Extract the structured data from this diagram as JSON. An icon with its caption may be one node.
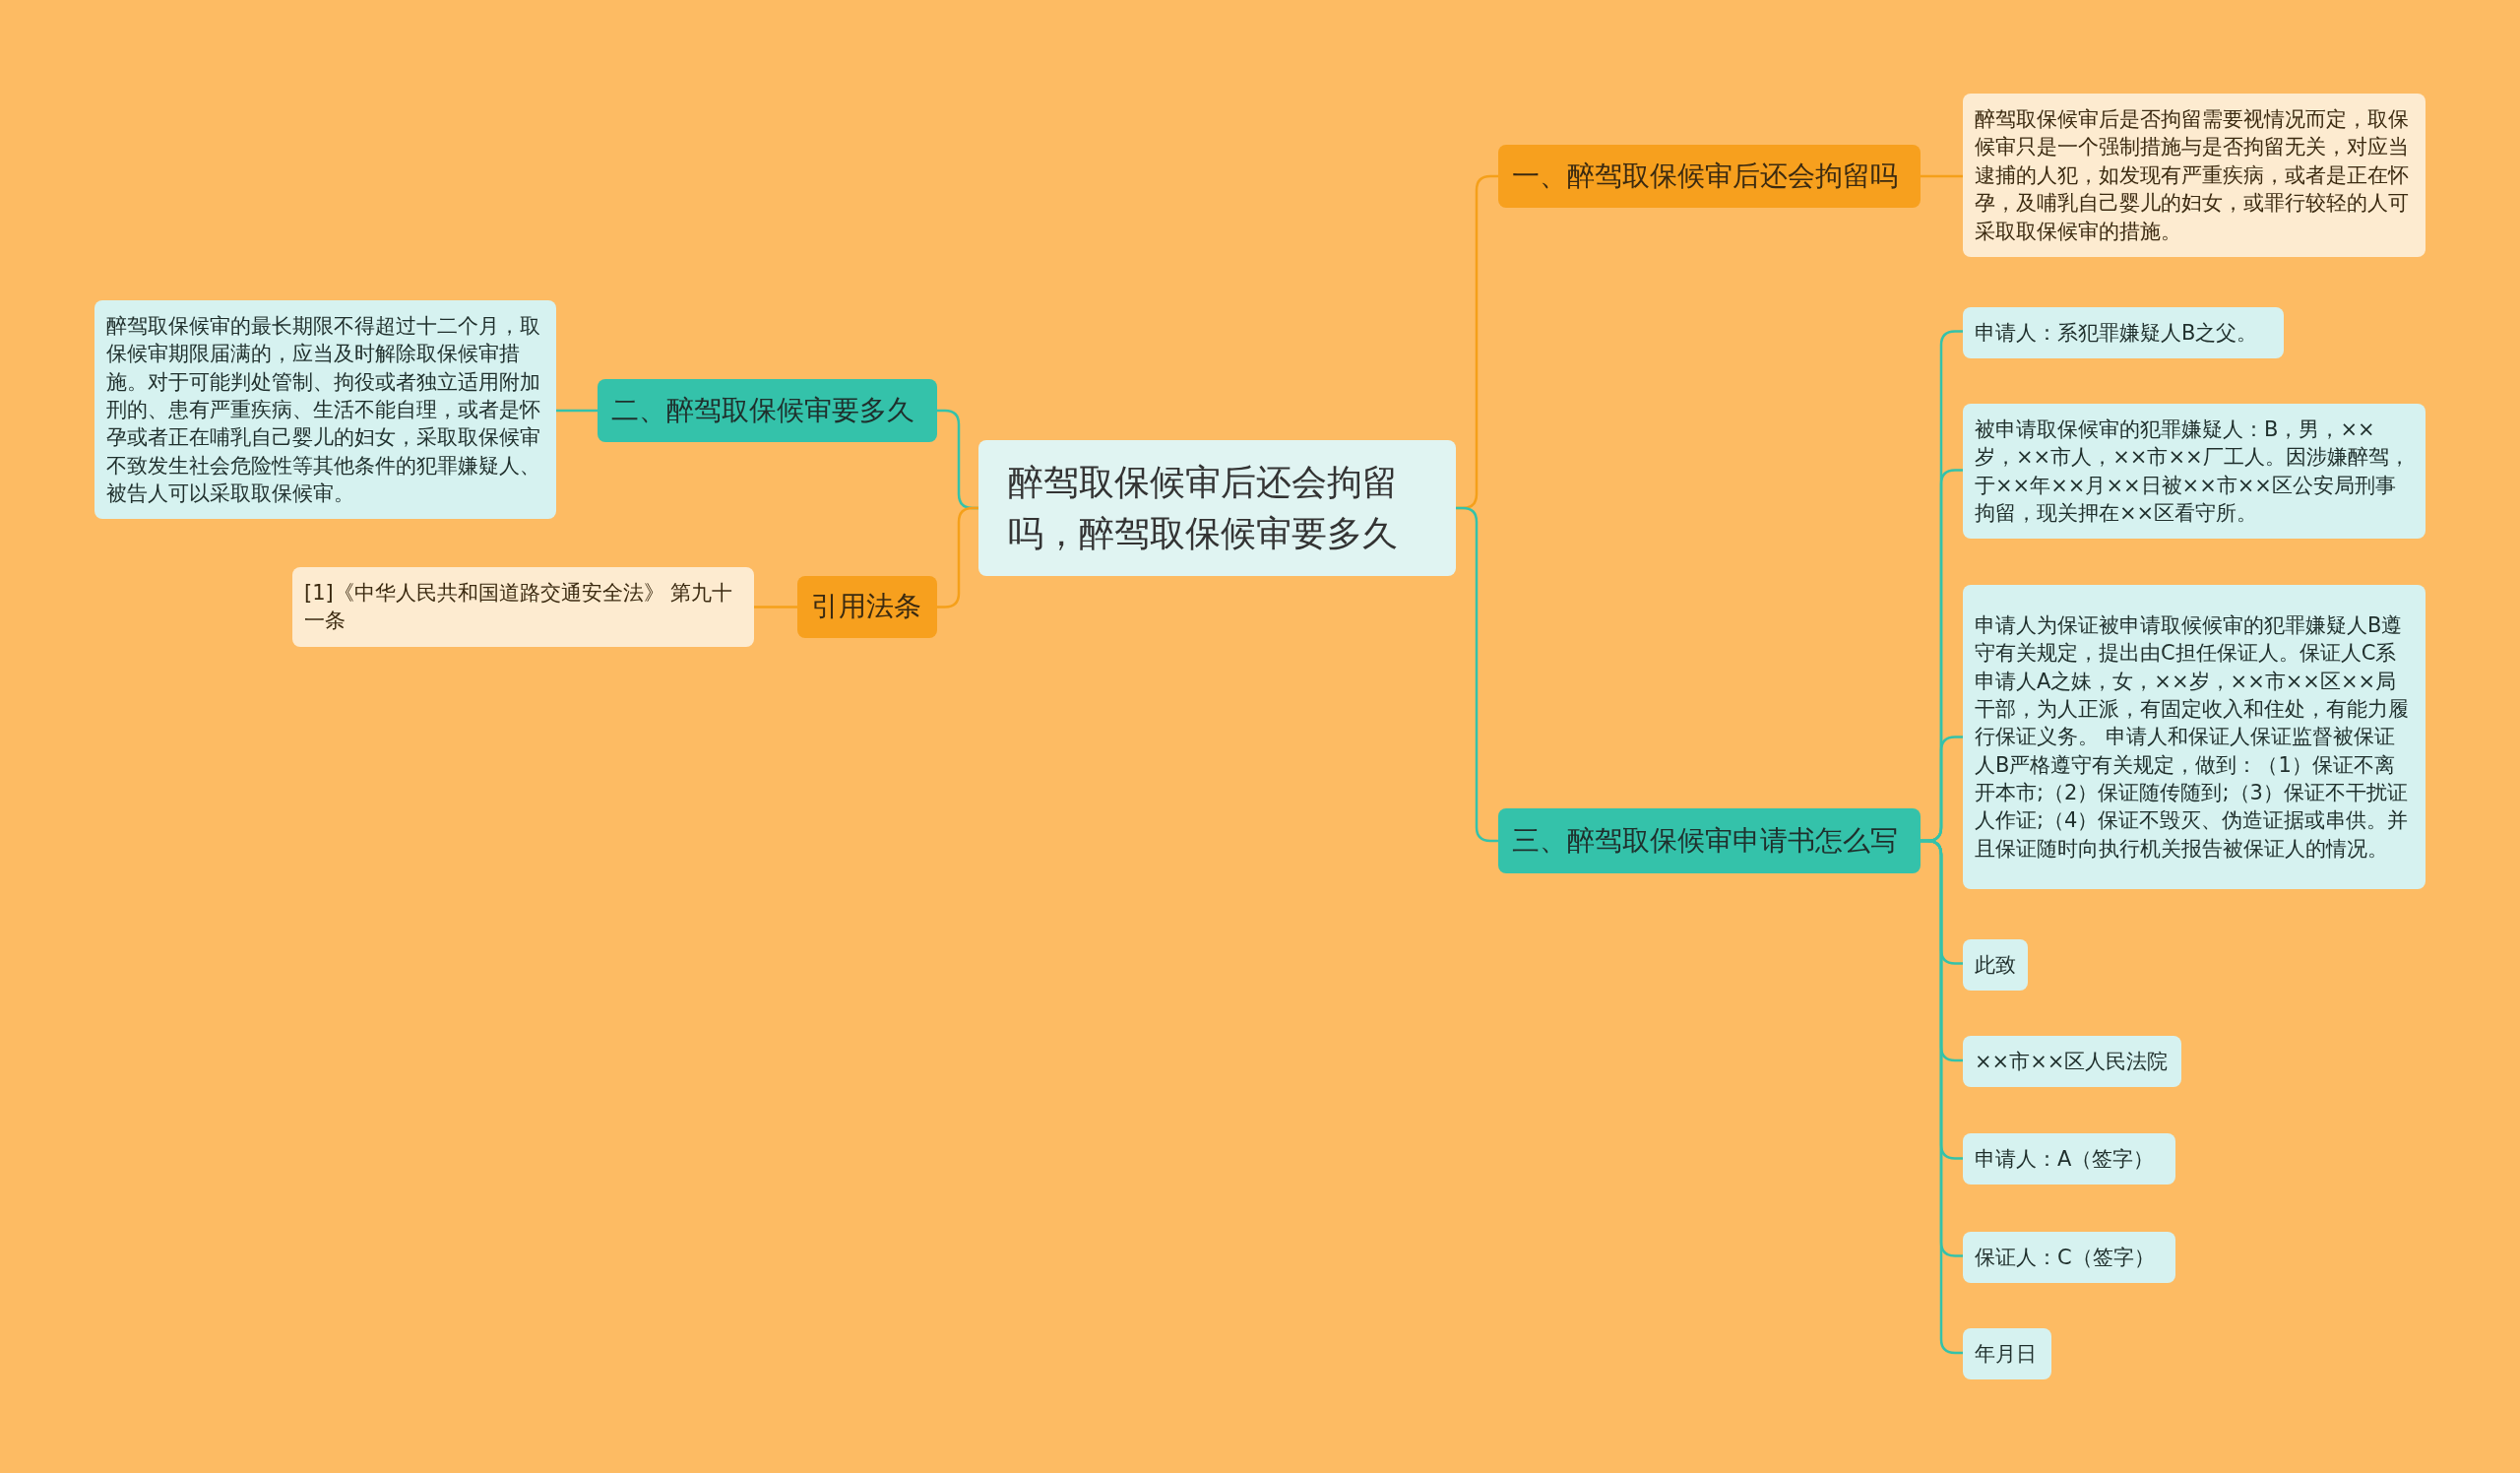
{
  "diagram": {
    "nodes": [
      {
        "text": [
          "醉驾取保候审后还会拘留吗，醉驾取保候审要多久"
        ]
      },
      {
        "text": [
          "一、醉驾取保候审后还会拘留吗"
        ]
      },
      {
        "text": [
          "醉驾取保候审后是否拘留需要视情况而定，取保候审只是一个强制措施与是否拘留无关，对应当逮捕的人犯，如发现有严重疾病，或者是正在怀孕，及哺乳自己婴儿的妇女，或罪行较轻的人可采取取保候审的措施。"
        ]
      },
      {
        "text": [
          "三、醉驾取保候审申请书怎么写"
        ]
      },
      {
        "text": [
          "申请人：系犯罪嫌疑人B之父。"
        ]
      },
      {
        "text": [
          "被申请取保候审的犯罪嫌疑人：B，男，××岁，××市人，××市××厂工人。因涉嫌醉驾，于××年××月××日被××市××区公安局刑事拘留，现关押在××区看守所。"
        ]
      },
      {
        "text": [
          "申请人为保证被申请取候候审的犯罪嫌疑人B遵守有关规定，提出由C担任保证人。保证人C系申请人A之妹，女，××岁，××市××区××局干部，为人正派，有固定收入和住处，有能力履行保证义务。 申请人和保证人保证监督被保证人B严格遵守有关规定，做到：（1）保证不离开本市;（2）保证随传随到;（3）保证不干扰证人作证;（4）保证不毁灭、伪造证据或串供。并且保证随时向执行机关报告被保证人的情况。"
        ]
      },
      {
        "text": [
          "此致"
        ]
      },
      {
        "text": [
          "××市××区人民法院"
        ]
      },
      {
        "text": [
          "申请人：A（签字）"
        ]
      },
      {
        "text": [
          "保证人：C（签字）"
        ]
      },
      {
        "text": [
          "年月日"
        ]
      },
      {
        "text": [
          "二、醉驾取保候审要多久"
        ]
      },
      {
        "text": [
          "醉驾取保候审的最长期限不得超过十二个月，取保候审期限届满的，应当及时解除取保候审措施。对于可能判处管制、拘役或者独立适用附加刑的、患有严重疾病、生活不能自理，或者是怀孕或者正在哺乳自己婴儿的妇女，采取取保候审不致发生社会危险性等其他条件的犯罪嫌疑人、被告人可以采取取保候审。"
        ]
      },
      {
        "text": [
          "引用法条"
        ]
      },
      {
        "text": [
          "[1]《中华人民共和国道路交通安全法》 第九十一条"
        ]
      }
    ],
    "edges": [
      {
        "from": 0,
        "to": 1,
        "arrow": "none",
        "color": "#f5a01a"
      },
      {
        "from": 1,
        "to": 2,
        "arrow": "none",
        "color": "#f5a01a"
      },
      {
        "from": 0,
        "to": 3,
        "arrow": "none"
      },
      {
        "from": 3,
        "to": 4,
        "arrow": "none"
      },
      {
        "from": 3,
        "to": 5,
        "arrow": "none"
      },
      {
        "from": 3,
        "to": 6,
        "arrow": "none"
      },
      {
        "from": 3,
        "to": 7,
        "arrow": "none"
      },
      {
        "from": 3,
        "to": 8,
        "arrow": "none"
      },
      {
        "from": 3,
        "to": 9,
        "arrow": "none"
      },
      {
        "from": 3,
        "to": 10,
        "arrow": "none"
      },
      {
        "from": 3,
        "to": 11,
        "arrow": "none"
      },
      {
        "from": 0,
        "to": 12,
        "arrow": "none"
      },
      {
        "from": 12,
        "to": 13,
        "arrow": "none"
      },
      {
        "from": 0,
        "to": 14,
        "arrow": "none",
        "color": "#f5a01a"
      },
      {
        "from": 14,
        "to": 15,
        "arrow": "none",
        "color": "#f5a01a"
      }
    ]
  }
}
